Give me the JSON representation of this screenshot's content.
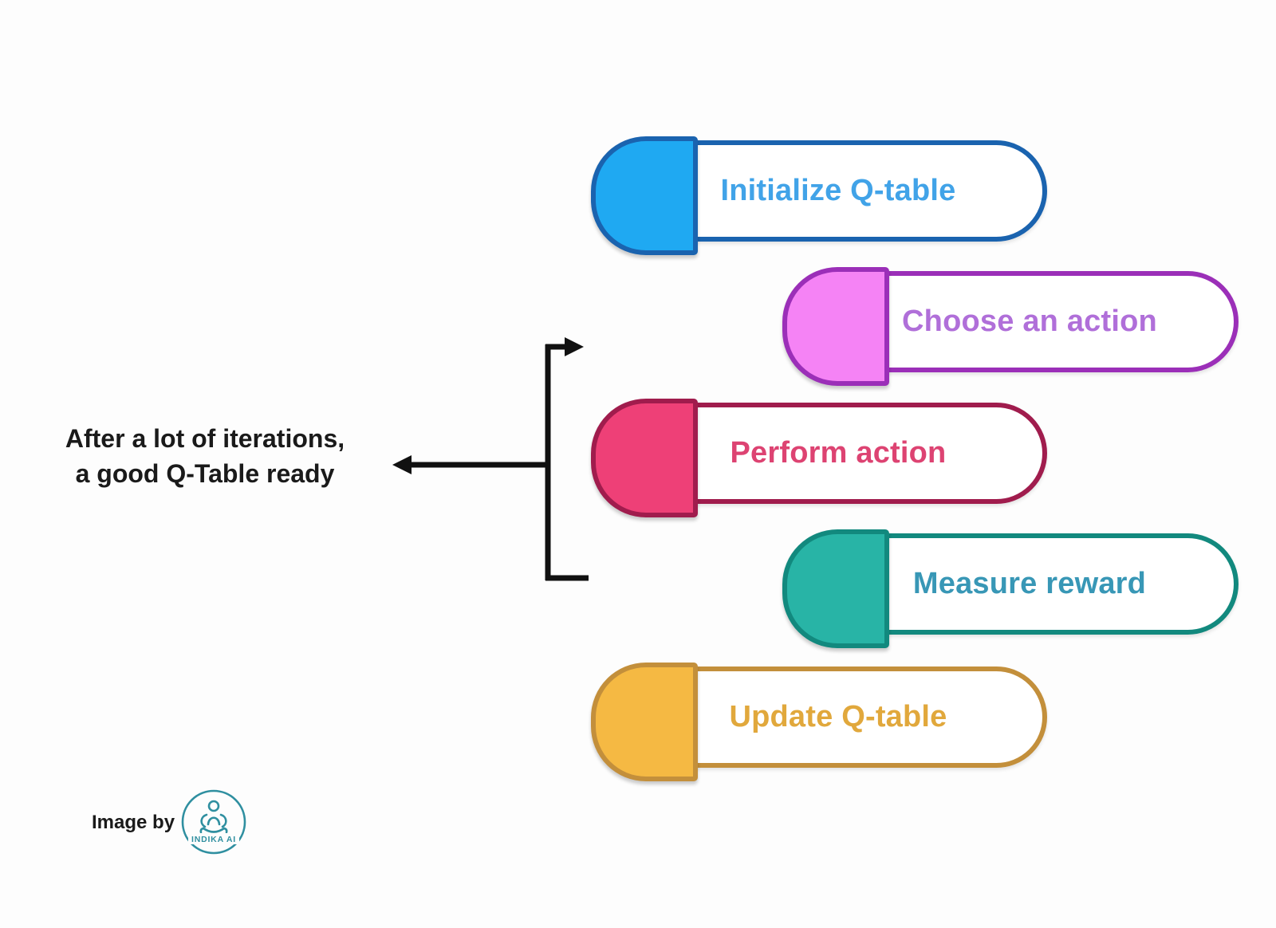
{
  "diagram": {
    "title_hint": "Q-learning loop diagram",
    "left_note": {
      "line1": "After a lot of iterations,",
      "line2": "a good Q-Table ready"
    },
    "steps": [
      {
        "label": "Initialize Q-table",
        "colors": {
          "border": "#1A63AF",
          "cap": "#1FA9F2",
          "text": "#41A3E8"
        }
      },
      {
        "label": "Choose an action",
        "colors": {
          "border": "#9B2FB8",
          "cap": "#F583F5",
          "text": "#B06FD9"
        }
      },
      {
        "label": "Perform action",
        "colors": {
          "border": "#A01C4D",
          "cap": "#EE4077",
          "text": "#DD4372"
        }
      },
      {
        "label": "Measure reward",
        "colors": {
          "border": "#12897E",
          "cap": "#28B4A6",
          "text": "#3897B6"
        }
      },
      {
        "label": "Update Q-table",
        "colors": {
          "border": "#C38F3B",
          "cap": "#F5B943",
          "text": "#E1A83C"
        }
      }
    ],
    "arrow_color": "#111111"
  },
  "footer": {
    "credit_label": "Image by",
    "logo_text": "INDIKA AI",
    "logo_color": "#2F8FA0",
    "logo_icon": "meditation-person-icon"
  }
}
